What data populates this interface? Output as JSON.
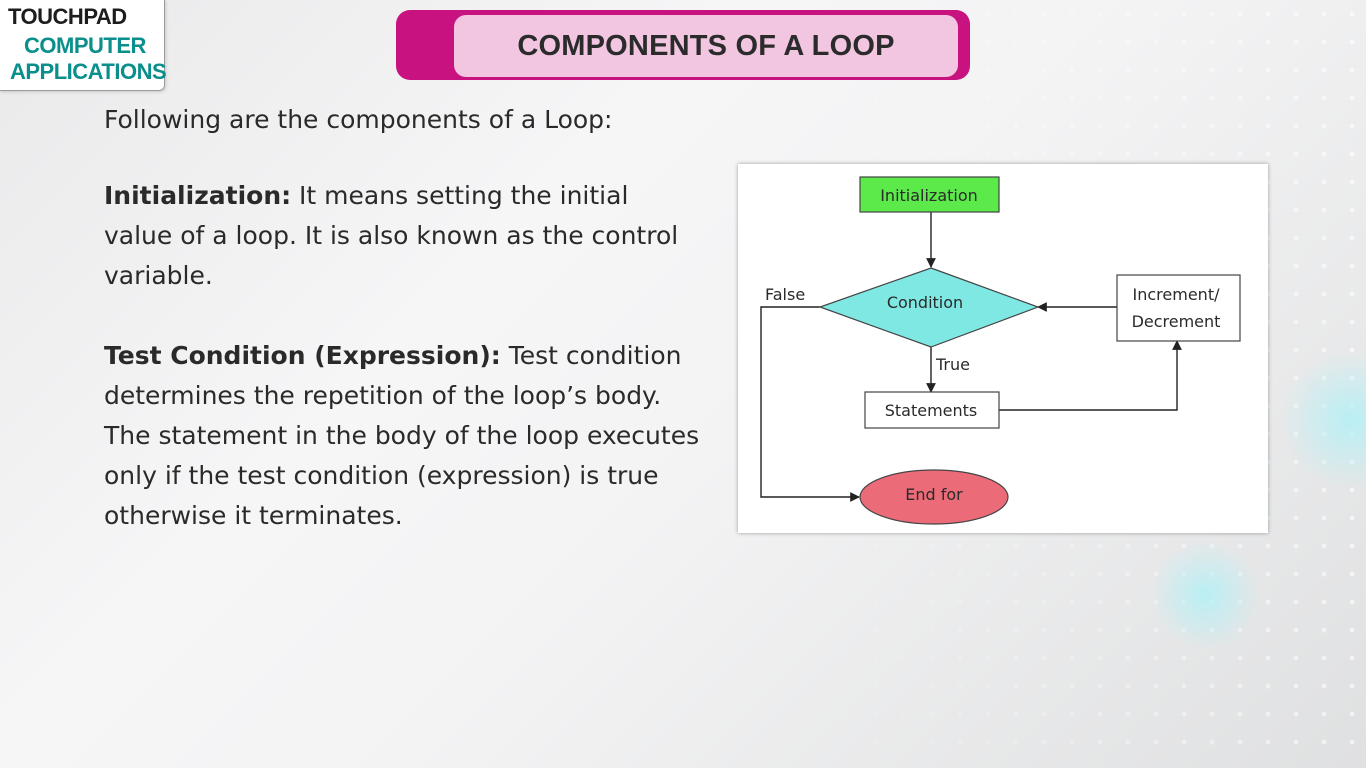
{
  "logo": {
    "line1": "TOUCHPAD",
    "line2": "COMPUTER",
    "line3": "APPLICATIONS"
  },
  "title": "COMPONENTS OF A LOOP",
  "intro": "Following are the components of a Loop:",
  "initialization": {
    "term": "Initialization:",
    "line1": " It means setting the initial",
    "line2": "value of a loop. It is also known as the control",
    "line3": "variable."
  },
  "test_condition": {
    "term": "Test Condition (Expression):",
    "line1": " Test condition",
    "line2": "determines the repetition of the loop’s body.",
    "line3": "The statement in the body of the loop executes",
    "line4": "only if the test condition (expression) is true",
    "line5": "otherwise it terminates."
  },
  "flowchart": {
    "initialization": "Initialization",
    "condition": "Condition",
    "increment_1": "Increment/",
    "increment_2": "Decrement",
    "statements": "Statements",
    "end_for": "End for",
    "false_label": "False",
    "true_label": "True"
  },
  "colors": {
    "title_border": "#c8127f",
    "title_fill": "#f2c6e1",
    "logo_accent": "#0a8f8c",
    "init_box": "#5bea4a",
    "condition_diamond": "#7fe8e3",
    "end_ellipse": "#ec6b78"
  }
}
